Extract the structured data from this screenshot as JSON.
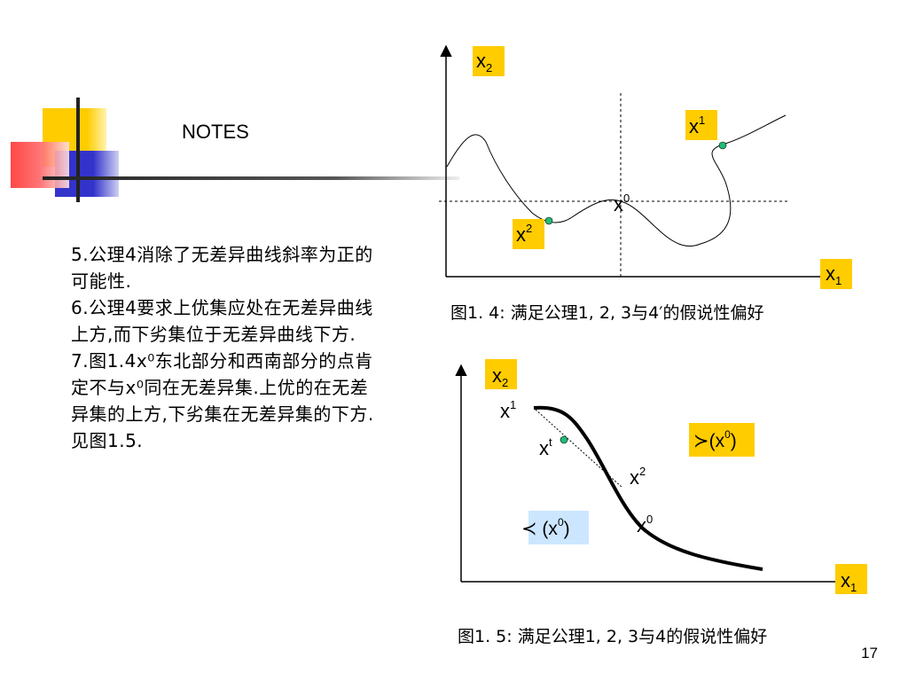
{
  "title": "NOTES",
  "notes": {
    "p5": "5.公理4消除了无差异曲线斜率为正的可能性.",
    "p6": "6.公理4要求上优集应处在无差异曲线上方,而下劣集位于无差异曲线下方.",
    "p7": "7.图1.4x⁰东北部分和西南部分的点肯定不与x⁰同在无差异集.上优的在无差异集的上方,下劣集在无差异集的下方.见图1.5."
  },
  "fig14": {
    "caption": "图1. 4: 满足公理1, 2, 3与4′的假说性偏好",
    "x_axis": "x",
    "x_axis_sub": "1",
    "y_axis": "x",
    "y_axis_sub": "2",
    "pt_x1": "x",
    "pt_x1_sup": "1",
    "pt_x2": "x",
    "pt_x2_sup": "2",
    "pt_x0": "x",
    "pt_x0_sup": "0"
  },
  "fig15": {
    "caption": "图1. 5: 满足公理1, 2, 3与4的假说性偏好",
    "x_axis": "x",
    "x_axis_sub": "1",
    "y_axis": "x",
    "y_axis_sub": "2",
    "pt_x1": "x",
    "pt_x1_sup": "1",
    "pt_xt": "x",
    "pt_xt_sup": "t",
    "pt_x2": "x",
    "pt_x2_sup": "2",
    "pt_x0": "x",
    "pt_x0_sup": "0",
    "better": "≻(x",
    "better_sup": "0",
    "better_end": ")",
    "worse": "≺ (x",
    "worse_sup": "0",
    "worse_end": ")"
  },
  "page_number": "17",
  "colors": {
    "yellow": "#FFCC00",
    "blue": "#3333CC",
    "red": "#FF3333",
    "light_blue": "#CCE6FF",
    "green_dot": "#22BB77"
  }
}
